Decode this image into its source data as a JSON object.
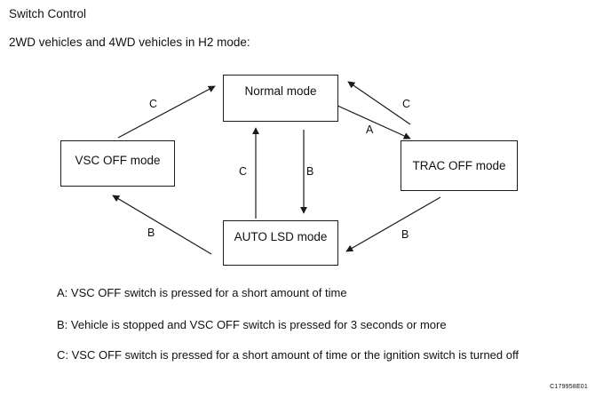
{
  "title": "Switch Control",
  "subtitle": "2WD vehicles and 4WD vehicles in H2 mode:",
  "modes": {
    "normal": "Normal mode",
    "vsc_off": "VSC OFF mode",
    "trac_off": "TRAC OFF mode",
    "auto_lsd": "AUTO LSD mode"
  },
  "transitions": {
    "vsc_to_normal": "C",
    "normal_to_trac": "A",
    "trac_to_normal": "C",
    "normal_to_auto": "B",
    "auto_to_normal": "C",
    "auto_to_vsc": "B",
    "trac_to_auto": "B"
  },
  "legend": {
    "a": "A: VSC OFF switch is pressed for a short amount of time",
    "b": "B: Vehicle is stopped and VSC OFF switch is pressed for 3 seconds or more",
    "c": "C: VSC OFF switch is pressed for a short amount of time or the ignition switch is turned off"
  },
  "figure_code": "C179958E01"
}
